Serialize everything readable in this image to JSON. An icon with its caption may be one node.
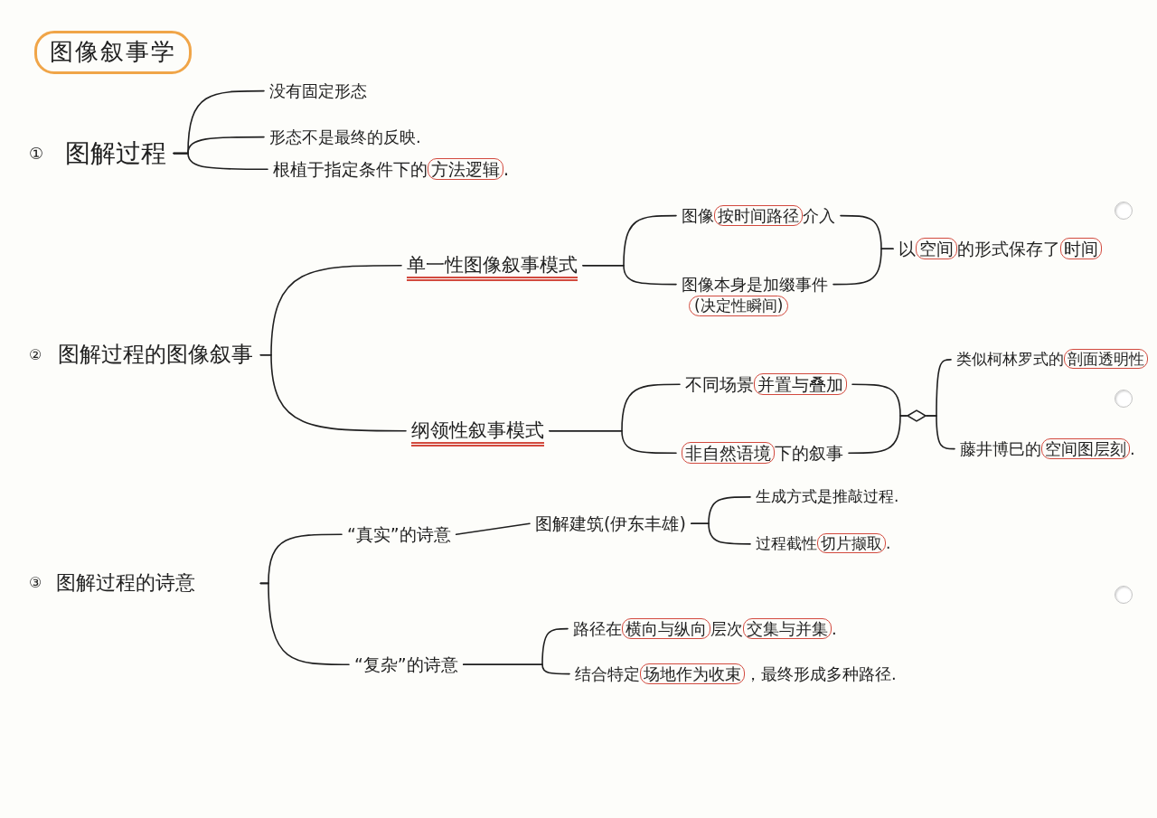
{
  "diagram": {
    "title": "图像叙事学",
    "nodes": [
      {
        "text": [
          "①",
          "图解过程"
        ]
      },
      {
        "text": [
          "没有固定形态"
        ]
      },
      {
        "text": [
          "形态不是最终的反映."
        ]
      },
      {
        "text": [
          "根植于指定条件下的**方法逻辑**."
        ]
      },
      {
        "text": [
          "②",
          "图解过程的图像叙事"
        ]
      },
      {
        "text": [
          "单一性图像叙事模式"
        ]
      },
      {
        "text": [
          "纲领性叙事模式"
        ]
      },
      {
        "text": [
          "图像**按时间路径**介入"
        ]
      },
      {
        "text": [
          "图像本身是加缀事件",
          "(决定性瞬间)"
        ]
      },
      {
        "text": [
          "以**空间**的形式保存了**时间**"
        ]
      },
      {
        "text": [
          "不同场景**并置与叠加**"
        ]
      },
      {
        "text": [
          "**非自然语境**下的叙事"
        ]
      },
      {
        "text": [],
        "shape": "diamond"
      },
      {
        "text": [
          "类似柯林罗式的**剖面透明性**"
        ]
      },
      {
        "text": [
          "藤井博巳的**空间图层刻**."
        ]
      },
      {
        "text": [
          "③",
          "图解过程的诗意"
        ]
      },
      {
        "text": [
          "“真实”的诗意"
        ]
      },
      {
        "text": [
          "“复杂”的诗意"
        ]
      },
      {
        "text": [
          "图解建筑(伊东丰雄)"
        ]
      },
      {
        "text": [
          "生成方式是推敲过程."
        ]
      },
      {
        "text": [
          "过程截性**切片撷取**."
        ]
      },
      {
        "text": [
          "路径在**横向与纵向**层次**交集与并集**."
        ]
      },
      {
        "text": [
          "结合特定**场地作为收束**，最终形成多种路径."
        ]
      }
    ],
    "edges": [
      {
        "from": 0,
        "to": 1,
        "arrow": "none"
      },
      {
        "from": 0,
        "to": 2,
        "arrow": "none"
      },
      {
        "from": 0,
        "to": 3,
        "arrow": "none"
      },
      {
        "from": 4,
        "to": 5,
        "arrow": "none"
      },
      {
        "from": 4,
        "to": 6,
        "arrow": "none"
      },
      {
        "from": 5,
        "to": 7,
        "arrow": "none"
      },
      {
        "from": 5,
        "to": 8,
        "arrow": "none"
      },
      {
        "from": 7,
        "to": 9,
        "arrow": "none"
      },
      {
        "from": 8,
        "to": 9,
        "arrow": "none"
      },
      {
        "from": 6,
        "to": 10,
        "arrow": "none"
      },
      {
        "from": 6,
        "to": 11,
        "arrow": "none"
      },
      {
        "from": 10,
        "to": 12,
        "arrow": "none"
      },
      {
        "from": 11,
        "to": 12,
        "arrow": "none"
      },
      {
        "from": 12,
        "to": 13,
        "arrow": "none"
      },
      {
        "from": 12,
        "to": 14,
        "arrow": "none"
      },
      {
        "from": 15,
        "to": 16,
        "arrow": "none"
      },
      {
        "from": 15,
        "to": 17,
        "arrow": "none"
      },
      {
        "from": 16,
        "to": 18,
        "arrow": "none"
      },
      {
        "from": 18,
        "to": 19,
        "arrow": "none"
      },
      {
        "from": 18,
        "to": 20,
        "arrow": "none"
      },
      {
        "from": 17,
        "to": 21,
        "arrow": "none"
      },
      {
        "from": 17,
        "to": 22,
        "arrow": "none"
      }
    ]
  }
}
